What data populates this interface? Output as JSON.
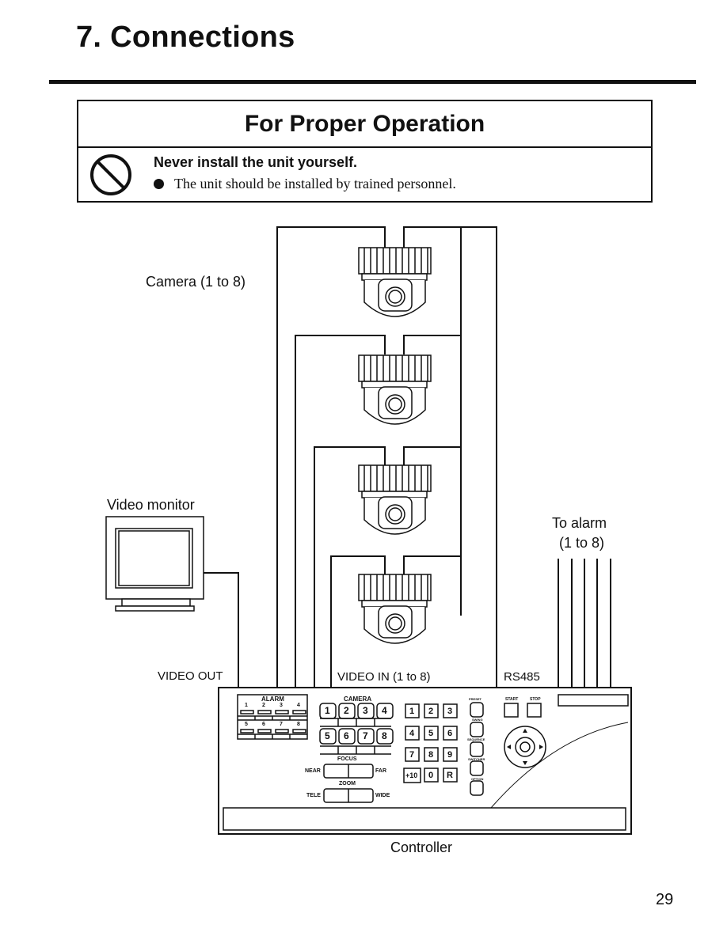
{
  "header": {
    "title": "7. Connections"
  },
  "caution": {
    "heading": "For Proper Operation",
    "warning": "Never install the unit yourself.",
    "bullet": "The unit should be installed by trained personnel."
  },
  "diagram": {
    "camera_label": "Camera (1 to 8)",
    "monitor_label": "Video monitor",
    "alarm_label_1": "To alarm",
    "alarm_label_2": "(1 to 8)",
    "video_out": "VIDEO OUT",
    "video_in": "VIDEO IN (1 to 8)",
    "rs485": "RS485",
    "controller_label": "Controller",
    "panel": {
      "alarm": "ALARM",
      "alarm_nums": [
        "1",
        "2",
        "3",
        "4",
        "5",
        "6",
        "7",
        "8"
      ],
      "camera": "CAMERA",
      "camera_keys": [
        "1",
        "2",
        "3",
        "4",
        "5",
        "6",
        "7",
        "8"
      ],
      "focus": "FOCUS",
      "near": "NEAR",
      "far": "FAR",
      "zoom": "ZOOM",
      "tele": "TELE",
      "wide": "WIDE",
      "keypad": [
        "1",
        "2",
        "3",
        "4",
        "5",
        "6",
        "7",
        "8",
        "9",
        "+10",
        "0",
        "R"
      ],
      "preset": "PRESET",
      "swing": "SWING",
      "sequence": "SEQUENCE",
      "switcher": "SWITCHER",
      "option": "OPTION",
      "start": "START",
      "stop": "STOP"
    }
  },
  "footer": {
    "page_number": "29"
  }
}
